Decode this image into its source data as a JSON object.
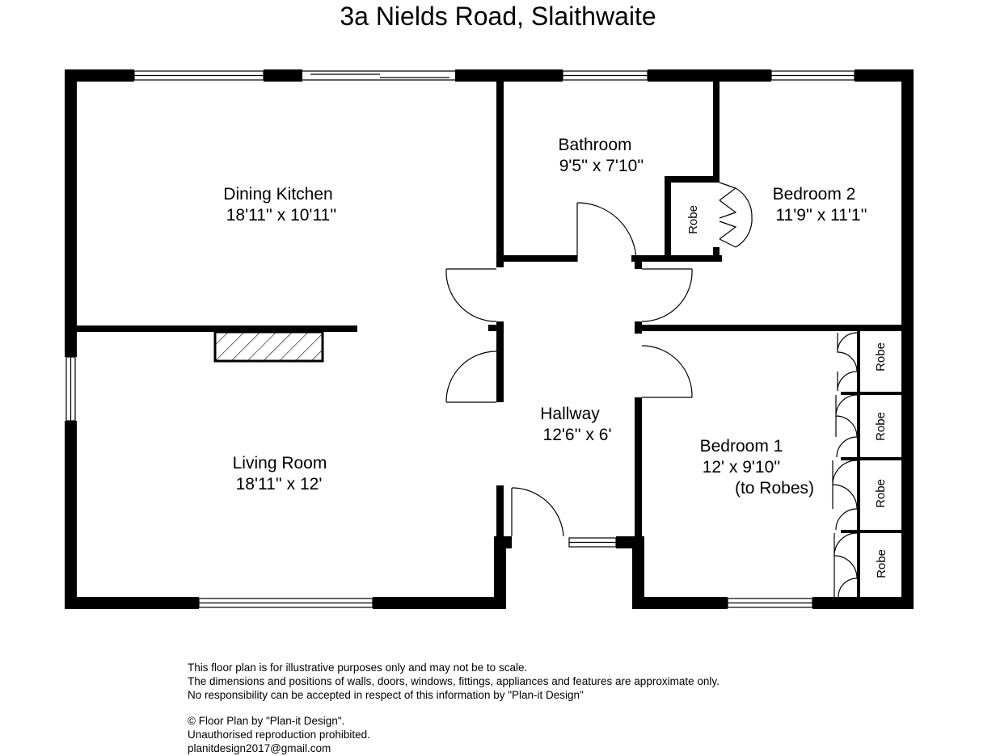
{
  "title": "3a Nields Road, Slaithwaite",
  "rooms": {
    "dining_kitchen": {
      "name": "Dining Kitchen",
      "size": "18'11'' x 10'11''"
    },
    "bathroom": {
      "name": "Bathroom",
      "size": "9'5'' x 7'10''"
    },
    "bedroom2": {
      "name": "Bedroom 2",
      "size": "11'9'' x 11'1''"
    },
    "living_room": {
      "name": "Living Room",
      "size": "18'11'' x 12'"
    },
    "hallway": {
      "name": "Hallway",
      "size": "12'6'' x 6'"
    },
    "bedroom1": {
      "name": "Bedroom 1",
      "size": "12' x 9'10''",
      "note": "(to Robes)"
    }
  },
  "robe_label": "Robe",
  "disclaimer": [
    "This floor plan is for illustrative purposes only and may not be to scale.",
    "The dimensions and positions of walls, doors, windows, fittings, appliances and features are approximate only.",
    "No responsibility can be accepted in respect of this information by \"Plan-it Design\""
  ],
  "credits": [
    "© Floor Plan by \"Plan-it Design\".",
    "Unauthorised reproduction prohibited.",
    "planitdesign2017@gmail.com"
  ]
}
